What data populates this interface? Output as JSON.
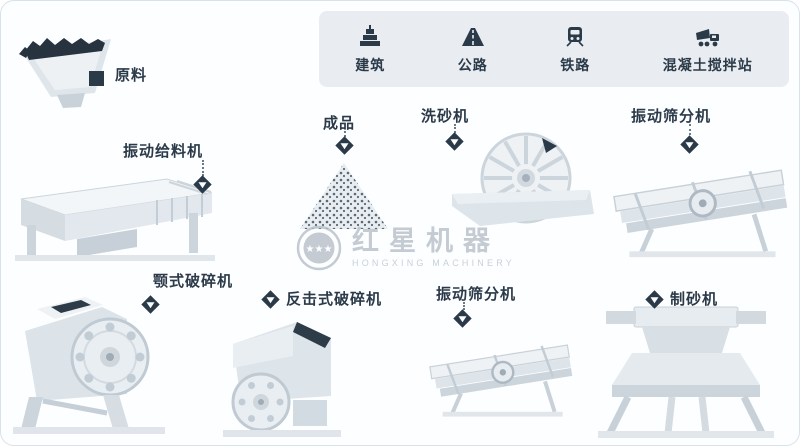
{
  "applications_panel": {
    "items": [
      {
        "id": "building",
        "label": "建筑"
      },
      {
        "id": "highway",
        "label": "公路"
      },
      {
        "id": "railway",
        "label": "铁路"
      },
      {
        "id": "mixing_station",
        "label": "混凝土搅拌站"
      }
    ]
  },
  "nodes": {
    "raw_material": {
      "label": "原料"
    },
    "vibrating_feeder": {
      "label": "振动给料机"
    },
    "finished_product": {
      "label": "成品"
    },
    "sand_washer": {
      "label": "洗砂机"
    },
    "vibrating_screen_top": {
      "label": "振动筛分机"
    },
    "jaw_crusher": {
      "label": "颚式破碎机"
    },
    "impact_crusher": {
      "label": "反击式破碎机"
    },
    "vibrating_screen_bottom": {
      "label": "振动筛分机"
    },
    "sand_maker": {
      "label": "制砂机"
    }
  },
  "watermark": {
    "brand": "红星机器",
    "brand_en": "HONGXING MACHINERY"
  },
  "colors": {
    "accent_dark": "#2b3a49",
    "panel_bg": "#e9edf1",
    "canvas_border": "#d8e2e8",
    "machine_light": "#eef2f5",
    "machine_mid": "#dde4ea",
    "watermark_gray": "#b6bfc8"
  }
}
